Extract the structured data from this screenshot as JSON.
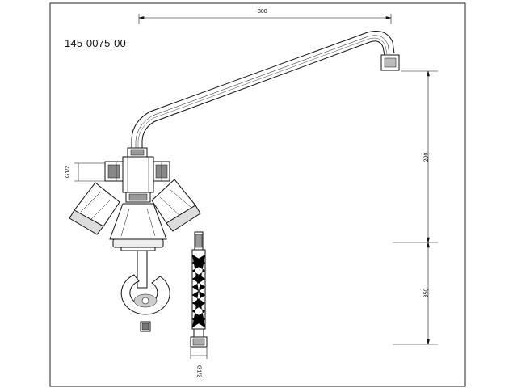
{
  "drawing": {
    "part_number": "145-0075-00",
    "dimensions": {
      "spout_reach": "300",
      "spout_height": "200",
      "hose_length": "350"
    },
    "thread_labels": {
      "inlet": "G1/2",
      "hose_end": "G1/2"
    }
  }
}
